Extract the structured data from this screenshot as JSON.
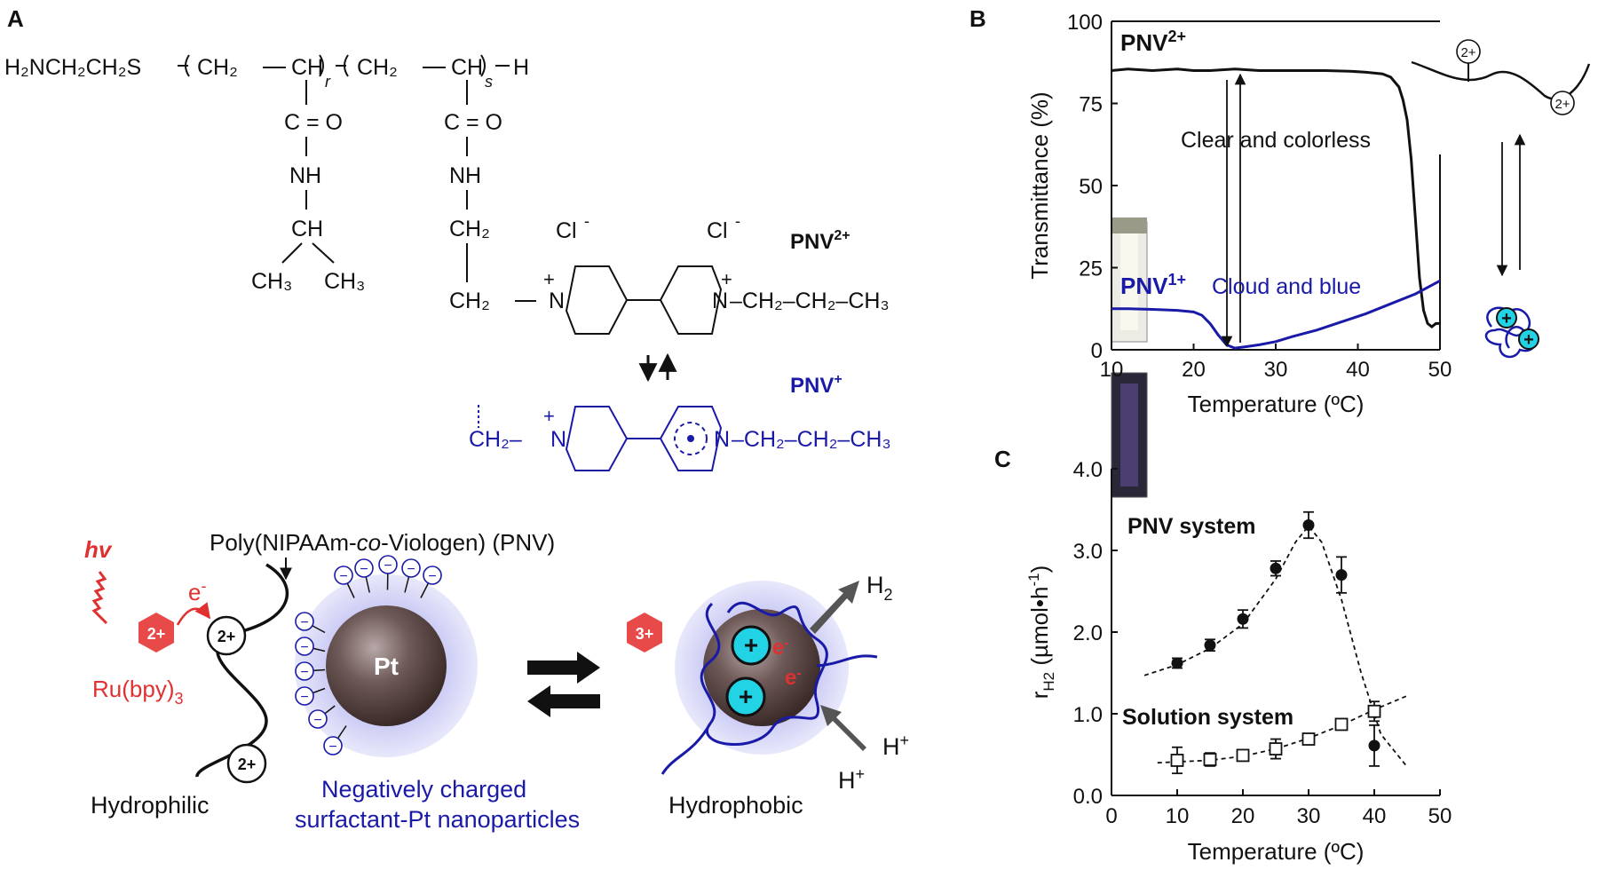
{
  "panels": {
    "a": "A",
    "b": "B",
    "c": "C"
  },
  "structure": {
    "chain": "H₂NCH₂CH₂S",
    "unit": "CH₂",
    "ch": "CH",
    "sub_r": "r",
    "sub_s": "s",
    "end": "H",
    "co": "C = O",
    "nh": "NH",
    "ch_branch": "CH",
    "ch3": "CH₃",
    "ch2": "CH₂",
    "cl": "Cl",
    "minus": "-",
    "plus": "+",
    "n": "N",
    "propyl": "–CH₂–CH₂–CH₃",
    "pnv2_base": "PNV",
    "pnv2_sup": "2+",
    "pnv1_base": "PNV",
    "pnv1_sup": "+",
    "ch2_link": "CH₂–"
  },
  "scheme": {
    "hv": "hv",
    "e": "e",
    "e_sup": "-",
    "ru_charge": "2+",
    "ru_label_base": "Ru(bpy)",
    "ru_label_sub": "3",
    "polymer_label": "Poly(NIPAAm-co-Viologen) (PNV)",
    "polymer_pre": "Poly(NIPAAm-",
    "polymer_co": "co",
    "polymer_post": "-Viologen) (PNV)",
    "v_charge": "2+",
    "hydrophilic": "Hydrophilic",
    "pt": "Pt",
    "np_label_1": "Negatively charged",
    "np_label_2": "surfactant-Pt nanoparticles",
    "ru3": "3+",
    "h2_base": "H",
    "h2_sub": "2",
    "hplus_base": "H",
    "hplus_sup": "+",
    "hydrophobic": "Hydrophobic"
  },
  "chart_data": [
    {
      "type": "line",
      "panel": "B",
      "xlabel": "Temperature (ºC)",
      "ylabel": "Transmittance (%)",
      "xlim": [
        10,
        50
      ],
      "ylim": [
        0,
        100
      ],
      "xticks": [
        "10",
        "20",
        "30",
        "40",
        "50"
      ],
      "yticks": [
        "0",
        "25",
        "50",
        "75",
        "100"
      ],
      "series": [
        {
          "name": "PNV2+",
          "color": "#111111",
          "x": [
            10,
            12,
            15,
            18,
            20,
            22,
            25,
            28,
            30,
            33,
            36,
            39,
            41,
            43,
            44,
            45,
            45.5,
            46,
            46.5,
            47,
            47.5,
            48,
            48.5,
            49,
            49.5,
            50
          ],
          "y": [
            85,
            85.5,
            85,
            85.5,
            85,
            85,
            85.5,
            85,
            85,
            85,
            85,
            84.8,
            84.5,
            84,
            83,
            80,
            76,
            70,
            58,
            40,
            22,
            12,
            8,
            7,
            8,
            8
          ]
        },
        {
          "name": "PNV1+",
          "color": "#1a1aa8",
          "x": [
            10,
            12,
            15,
            18,
            20,
            21,
            22,
            23,
            24,
            25,
            26,
            28,
            30,
            32,
            35,
            38,
            41,
            44,
            47,
            50
          ],
          "y": [
            12.5,
            12.5,
            12.3,
            12,
            11.5,
            10.5,
            8,
            4.5,
            1.5,
            0.5,
            0.8,
            1.5,
            2.5,
            4,
            6,
            8.5,
            11,
            14,
            17,
            21
          ]
        }
      ],
      "annotations": [
        "Clear and colorless",
        "Cloud and blue"
      ],
      "labels": {
        "pnv2_base": "PNV",
        "pnv2_sup": "2+",
        "pnv1_base": "PNV",
        "pnv1_sup": "1+"
      },
      "side_schematic": {
        "charge_a": "2+",
        "charge_b": "2+",
        "plus": "+"
      }
    },
    {
      "type": "scatter",
      "panel": "C",
      "xlabel": "Temperature (ºC)",
      "ylabel_base": "r",
      "ylabel_sub": "H2",
      "ylabel_unit": " (µmol•h",
      "ylabel_sup": "-1",
      "ylabel_close": ")",
      "xlim": [
        0,
        50
      ],
      "ylim": [
        0,
        4
      ],
      "xticks": [
        "0",
        "10",
        "20",
        "30",
        "40",
        "50"
      ],
      "yticks": [
        "0.0",
        "1.0",
        "2.0",
        "3.0",
        "4.0"
      ],
      "series": [
        {
          "name": "PNV system",
          "marker": "filled",
          "x": [
            10,
            15,
            20,
            25,
            30,
            35,
            40
          ],
          "y": [
            1.62,
            1.84,
            2.16,
            2.78,
            3.31,
            2.7,
            0.61
          ],
          "err": [
            0.06,
            0.07,
            0.11,
            0.09,
            0.16,
            0.22,
            0.25
          ],
          "fit_x": [
            5,
            10,
            15,
            20,
            25,
            28,
            30,
            32,
            35,
            38,
            41,
            45
          ],
          "fit_y": [
            1.47,
            1.6,
            1.8,
            2.1,
            2.65,
            3.1,
            3.3,
            3.1,
            2.4,
            1.5,
            0.75,
            0.35
          ]
        },
        {
          "name": "Solution system",
          "marker": "open",
          "x": [
            10,
            15,
            20,
            25,
            30,
            35,
            40
          ],
          "y": [
            0.43,
            0.44,
            0.49,
            0.57,
            0.69,
            0.87,
            1.03
          ],
          "err": [
            0.16,
            0.08,
            0.06,
            0.12,
            0.06,
            0.06,
            0.12
          ],
          "fit_x": [
            7,
            15,
            20,
            25,
            30,
            35,
            40,
            45
          ],
          "fit_y": [
            0.4,
            0.43,
            0.48,
            0.57,
            0.7,
            0.86,
            1.05,
            1.22
          ]
        }
      ],
      "series_labels": [
        "PNV system",
        "Solution system"
      ]
    }
  ]
}
